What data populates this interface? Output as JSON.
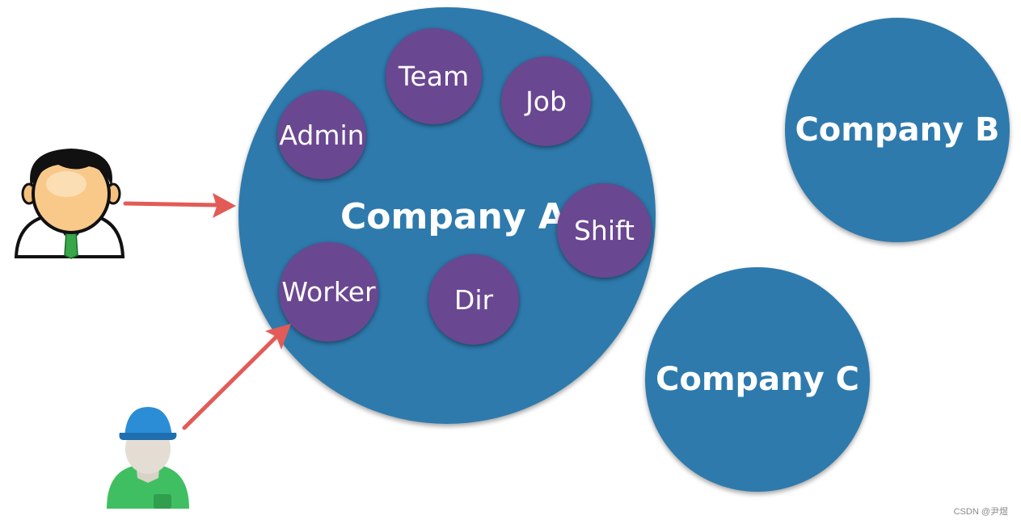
{
  "companies": {
    "a": "Company A",
    "b": "Company B",
    "c": "Company C"
  },
  "modules": {
    "team": "Team",
    "job": "Job",
    "admin": "Admin",
    "shift": "Shift",
    "worker": "Worker",
    "dir": "Dir"
  },
  "icons": {
    "manager": "manager-icon",
    "worker": "worker-icon"
  },
  "colors": {
    "company_fill": "#2e7aad",
    "module_fill": "#6a4791",
    "arrow": "#e25b57"
  },
  "watermark": "CSDN @尹煜"
}
